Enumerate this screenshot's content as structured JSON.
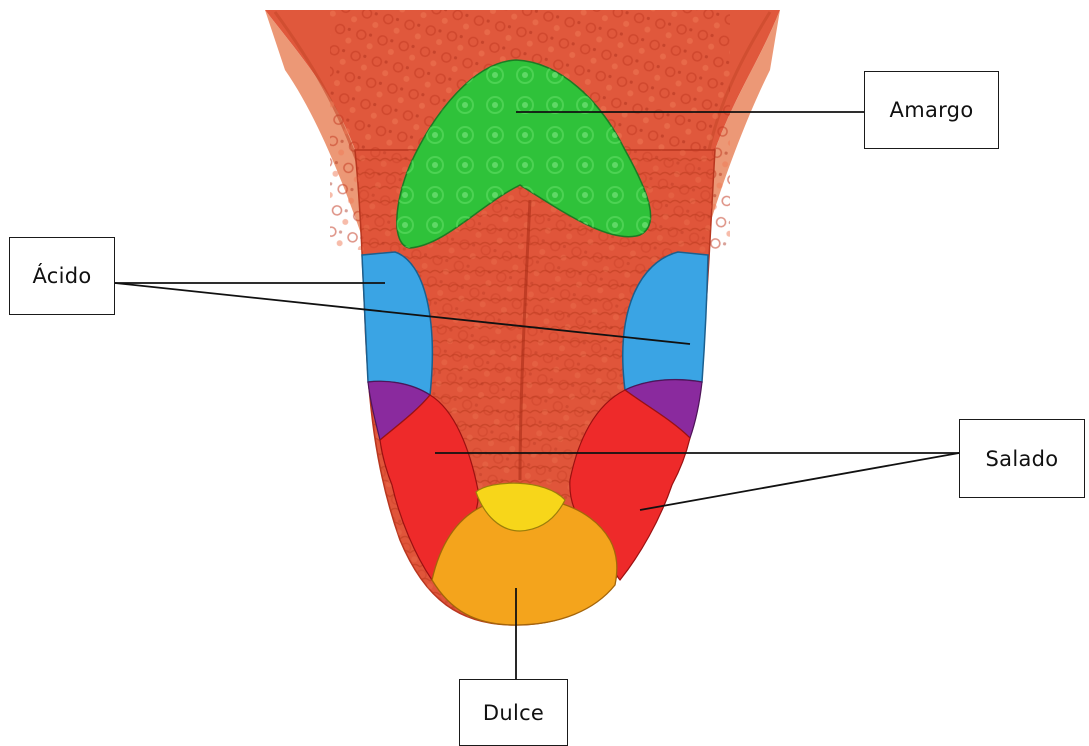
{
  "labels": {
    "amargo": "Amargo",
    "acido": "Ácido",
    "salado": "Salado",
    "dulce": "Dulce"
  },
  "colors": {
    "tongue": "#e0553a",
    "tongue_dark": "#b8361f",
    "bitter_zone": "#2fc23a",
    "sour_zone": "#3aa4e4",
    "sour_salty_overlap": "#8a2a9e",
    "salty_zone": "#ee2a2a",
    "sweet_zone": "#f4a41c",
    "sweet_salty_overlap": "#f7d61a",
    "leader_line": "#111111"
  }
}
